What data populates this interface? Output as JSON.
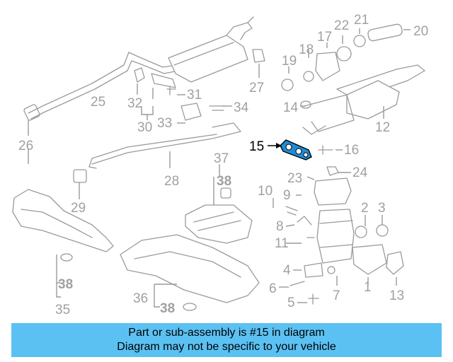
{
  "callouts": {
    "c1": "1",
    "c2": "2",
    "c3": "3",
    "c4": "4",
    "c5": "5",
    "c6": "6",
    "c7": "7",
    "c8": "8",
    "c9": "9",
    "c10": "10",
    "c11": "11",
    "c12": "12",
    "c13": "13",
    "c14": "14",
    "c15": "15",
    "c16": "16",
    "c17": "17",
    "c18": "18",
    "c19": "19",
    "c20": "20",
    "c21": "21",
    "c22": "22",
    "c23": "23",
    "c24": "24",
    "c25": "25",
    "c26": "26",
    "c27": "27",
    "c28": "28",
    "c29": "29",
    "c30": "30",
    "c31": "31",
    "c32": "32",
    "c33": "33",
    "c34": "34",
    "c35": "35",
    "c36": "36",
    "c37": "37",
    "c38": "38"
  },
  "highlight": {
    "part": "15",
    "color": "#1f8bd6"
  },
  "caption": {
    "line1": "Part or sub-assembly is #15 in diagram",
    "line2": "Diagram may not be specific to your vehicle",
    "background": "#5bc1f3"
  }
}
